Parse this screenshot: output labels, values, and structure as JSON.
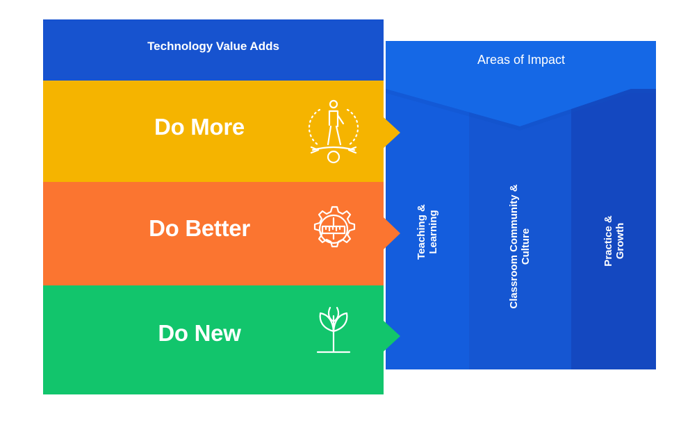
{
  "left_header": {
    "title": "Technology Value Adds"
  },
  "rows": [
    {
      "label": "Do More",
      "icon": "balance-figure-icon",
      "color": "#f5b400"
    },
    {
      "label": "Do Better",
      "icon": "gear-ruler-icon",
      "color": "#fb7530"
    },
    {
      "label": "Do New",
      "icon": "sprout-icon",
      "color": "#12c56c"
    }
  ],
  "impact": {
    "title": "Areas of Impact",
    "columns": [
      {
        "line1": "Teaching &",
        "line2": "Learning"
      },
      {
        "line1": "Classroom Community &",
        "line2": "Culture"
      },
      {
        "line1": "Practice &",
        "line2": "Growth"
      }
    ]
  },
  "colors": {
    "header_blue": "#1753cf",
    "impact_blue": "#1568e6",
    "column_blue_1": "#145ddd",
    "column_blue_2": "#1556d2",
    "column_blue_3": "#1448c0"
  }
}
